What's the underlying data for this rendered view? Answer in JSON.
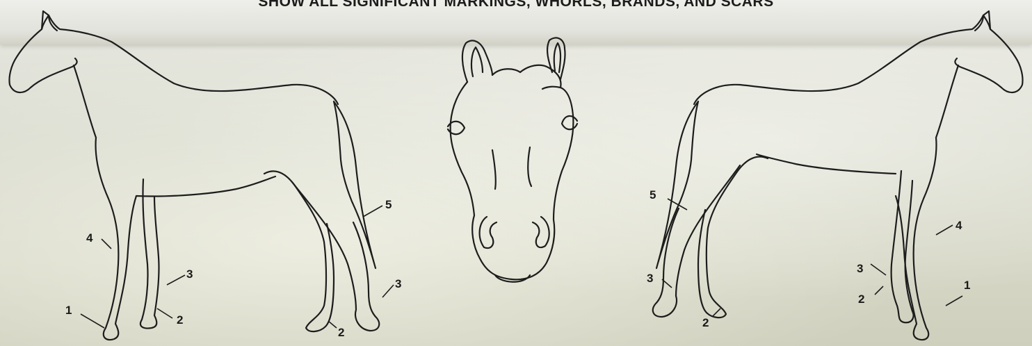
{
  "header": {
    "instruction": "SHOW ALL SIGNIFICANT MARKINGS, WHORLS, BRANDS, AND SCARS"
  },
  "diagrams": {
    "left_side_view": {
      "labels": {
        "front_left_lower": "1",
        "front_right_pastern": "2",
        "front_right_cannon": "3",
        "front_left_knee": "4",
        "tail": "5",
        "hind_pastern": "2",
        "hind_cannon": "3"
      }
    },
    "right_side_view": {
      "labels": {
        "tail": "5",
        "hind_cannon": "3",
        "hind_pastern": "2",
        "front_knee": "4",
        "front_cannon": "3",
        "front_pastern": "2",
        "front_lower": "1"
      }
    }
  }
}
